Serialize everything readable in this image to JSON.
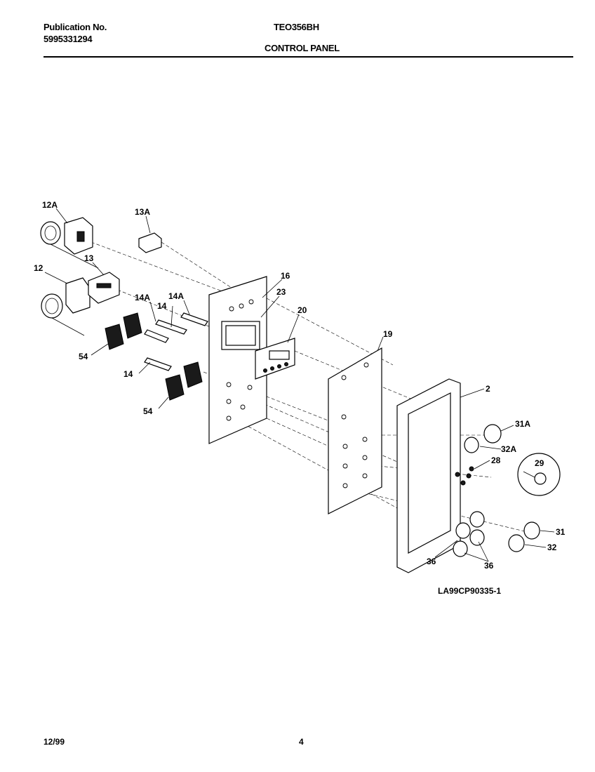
{
  "header": {
    "publication_label": "Publication No.",
    "publication_number": "5995331294",
    "model": "TEO356BH",
    "section_title": "CONTROL PANEL"
  },
  "diagram": {
    "drawing_code": "LA99CP90335-1",
    "callouts": [
      "12A",
      "13A",
      "13",
      "12",
      "16",
      "23",
      "14A",
      "14A",
      "14",
      "20",
      "54",
      "14",
      "54",
      "19",
      "2",
      "31A",
      "32A",
      "28",
      "29",
      "31",
      "32",
      "36",
      "36"
    ]
  },
  "footer": {
    "date": "12/99",
    "page": "4"
  }
}
